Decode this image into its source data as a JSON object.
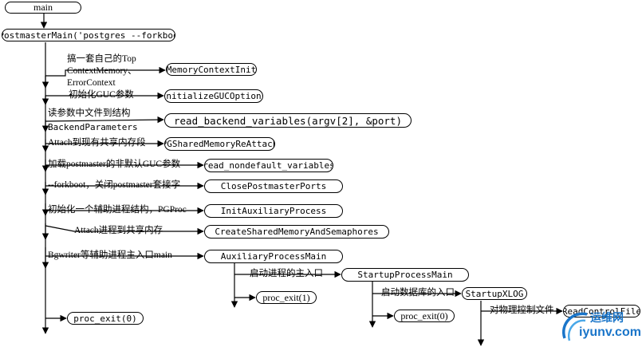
{
  "nodes": {
    "main": "main",
    "sub_postmaster_main": "SubPostmasterMain('postgres --forkboot')",
    "memory_context_init": "MemoryContextInit",
    "initialize_guc_options": "InitializeGUCOptions",
    "read_backend_variables": "read_backend_variables(argv[2], &port)",
    "pg_shared_memory_reattach": "PGSharedMemoryReAttach",
    "read_nondefault_variables": "read_nondefault_variables",
    "close_postmaster_ports": "ClosePostmasterPorts",
    "init_auxiliary_process": "InitAuxiliaryProcess",
    "create_shared_memory": "CreateSharedMemoryAndSemaphores",
    "auxiliary_process_main": "AuxiliaryProcessMain",
    "proc_exit_0_main": "proc_exit(0)",
    "startup_process_main": "StartupProcessMain",
    "proc_exit_1": "proc_exit(1)",
    "startup_xlog": "StartupXLOG",
    "proc_exit_0_startup": "proc_exit(0)",
    "read_control_file": "ReadControlFile"
  },
  "labels": {
    "top_line1": "搞一套自己的Top",
    "top_line2": "ContextMemory、",
    "top_line3": "ErrorContext",
    "init_guc": "初始化GUC参数",
    "read_params_line1": "读参数中文件到结构",
    "read_params_line2": "BackendParameters",
    "attach": "Attach到现有共享内存段",
    "load_guc": "加载postmaster的非默认GUC参数",
    "forkboot": "--forkboot，关闭postmaster套接字",
    "init_aux": "初始化一个辅助进程结构，PGProc",
    "attach_aux": "Attach进程到共享内存",
    "bgwriter": "Bgwriter等辅助进程主入口main",
    "startup_entry": "启动进程的主入口",
    "startup_db": "启动数据库的入口",
    "physical_ctrl": "对物理控制文件"
  },
  "watermark": {
    "name": "运维网",
    "url": "iyunv.com",
    "colors": {
      "primary": "#1a75c9",
      "accent": "#4aa8e8"
    }
  }
}
